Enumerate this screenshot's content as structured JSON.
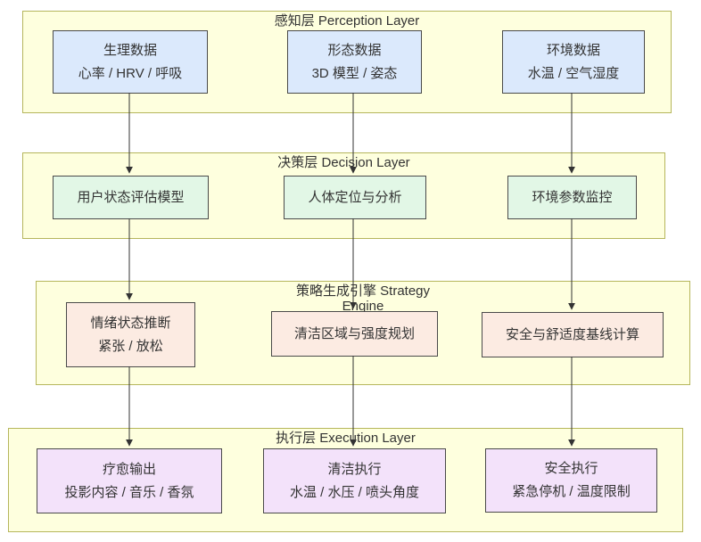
{
  "diagram": {
    "colors": {
      "layer_fill": "#feffde",
      "layer_border": "#b6b65c",
      "perception_fill": "#dbe9fc",
      "decision_fill": "#e2f7e6",
      "strategy_fill": "#fcebe2",
      "execution_fill": "#f3e2fa",
      "node_border": "#4a4a4a",
      "arrow": "#333333",
      "text": "#333333"
    },
    "layers": [
      {
        "id": "perception",
        "title": "感知层 Perception Layer",
        "nodes": [
          {
            "line1": "生理数据",
            "line2": "心率 / HRV / 呼吸"
          },
          {
            "line1": "形态数据",
            "line2": "3D 模型 / 姿态"
          },
          {
            "line1": "环境数据",
            "line2": "水温 / 空气湿度"
          }
        ]
      },
      {
        "id": "decision",
        "title": "决策层 Decision Layer",
        "nodes": [
          {
            "line1": "用户状态评估模型"
          },
          {
            "line1": "人体定位与分析"
          },
          {
            "line1": "环境参数监控"
          }
        ]
      },
      {
        "id": "strategy",
        "title": "策略生成引擎 Strategy Engine",
        "nodes": [
          {
            "line1": "情绪状态推断",
            "line2": "紧张 / 放松"
          },
          {
            "line1": "清洁区域与强度规划"
          },
          {
            "line1": "安全与舒适度基线计算"
          }
        ]
      },
      {
        "id": "execution",
        "title": "执行层 Execution Layer",
        "nodes": [
          {
            "line1": "疗愈输出",
            "line2": "投影内容 / 音乐 / 香氛"
          },
          {
            "line1": "清洁执行",
            "line2": "水温 / 水压 / 喷头角度"
          },
          {
            "line1": "安全执行",
            "line2": "紧急停机 / 温度限制"
          }
        ]
      }
    ]
  }
}
